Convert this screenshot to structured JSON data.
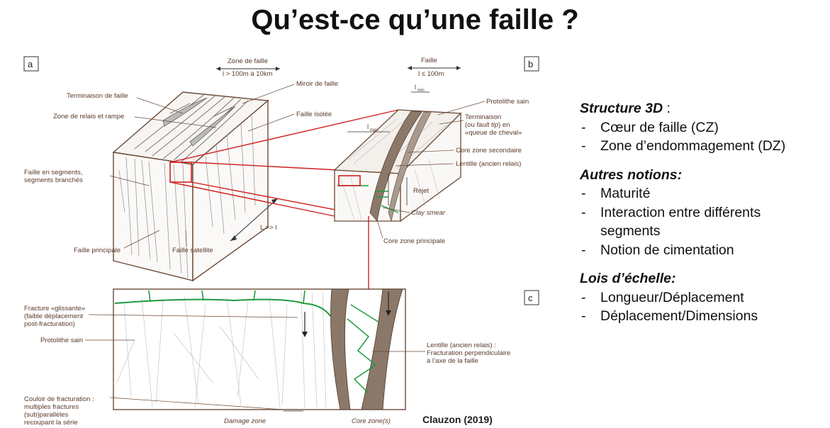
{
  "title": "Qu’est-ce qu’une faille ?",
  "panels": {
    "a": "a",
    "b": "b",
    "c": "c"
  },
  "figure_a": {
    "zone_label": "Zone de faille",
    "scale": "l > 100m à 10km",
    "terminaison": "Terminaison de faille",
    "relais": "Zone de relais et rampe",
    "miroir": "Miroir de faille",
    "isolee": "Faille isolée",
    "segments_1": "Faille en segments,",
    "segments_2": "segments branchés",
    "principale": "Faille principale",
    "satellite": "Faille satellite",
    "length": "L >> l"
  },
  "figure_b": {
    "faille_label": "Faille",
    "scale": "l ≤ 100m",
    "lmin": "l",
    "lmin_sub": "min",
    "lmax": "l",
    "lmax_sub": "max",
    "protolithe": "Protolithe sain",
    "term_1": "Terminaison",
    "term_2_a": "(ou ",
    "term_2_b": "fault tip",
    "term_2_c": ") en",
    "term_3": "«queue de cheval»",
    "core_secondaire": "Core zone secondaire",
    "lentille": "Lentille (ancien relais)",
    "rejet": "Rejet",
    "clay": "Clay smear",
    "core_principale": "Core zone principale"
  },
  "figure_c": {
    "glissante_1": "Fracture «glissante»",
    "glissante_2": "(faible déplacement",
    "glissante_3": "post-fracturation)",
    "protolithe": "Protolithe sain",
    "couloir_1": "Couloir de fracturation :",
    "couloir_2": "multiples fractures",
    "couloir_3": "(sub)parallèles",
    "couloir_4": "recoupant la série",
    "lentille_1": "Lentille (ancien relais) :",
    "lentille_2": "Fracturation perpendiculaire",
    "lentille_3": "à l’axe de la faille",
    "damage": "Damage zone",
    "core": "Core zone(s)"
  },
  "notes": {
    "s1_title": "Structure 3D",
    "s1_colon": " :",
    "s1_items": [
      "Cœur de faille (CZ)",
      "Zone d’endommagement (DZ)"
    ],
    "s2_title": "Autres notions:",
    "s2_items": [
      "Maturité",
      "Interaction entre différents segments",
      "Notion de cimentation"
    ],
    "s3_title": "Lois d’échelle:",
    "s3_items": [
      "Longueur/Déplacement",
      "Déplacement/Dimensions"
    ]
  },
  "credit": "Clauzon (2019)",
  "colors": {
    "outline": "#6b4a36",
    "core": "#8b7869",
    "highlight": "#d01f1f",
    "green": "#1f9a3e"
  }
}
